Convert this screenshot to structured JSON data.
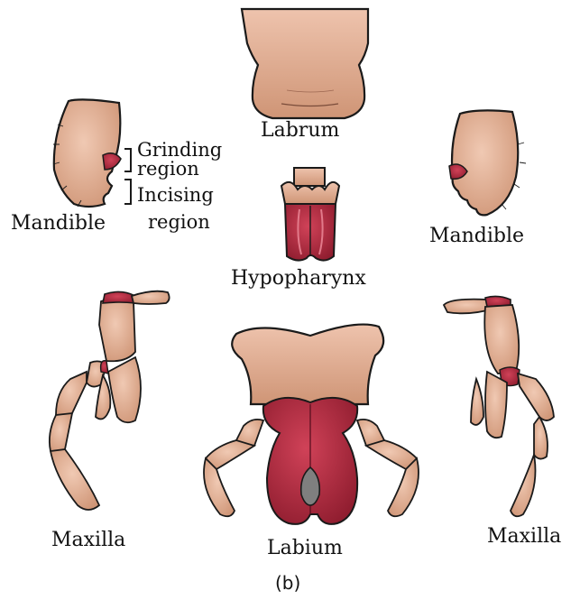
{
  "labels": {
    "labrum": "Labrum",
    "mandible_left": "Mandible",
    "mandible_right": "Mandible",
    "grinding_line1": "Grinding",
    "grinding_line2": "region",
    "incising_line1": "Incising",
    "incising_line2": "region",
    "hypopharynx": "Hypopharynx",
    "maxilla_left": "Maxilla",
    "maxilla_right": "Maxilla",
    "labium": "Labium",
    "caption": "(b)"
  },
  "colors": {
    "skin": "#e3ae92",
    "skin_dark": "#c98f72",
    "outline": "#1a1a1a",
    "crimson": "#b2283f",
    "crimson_dark": "#7d1a2a",
    "grey": "#7f7f7f",
    "background": "#ffffff"
  }
}
